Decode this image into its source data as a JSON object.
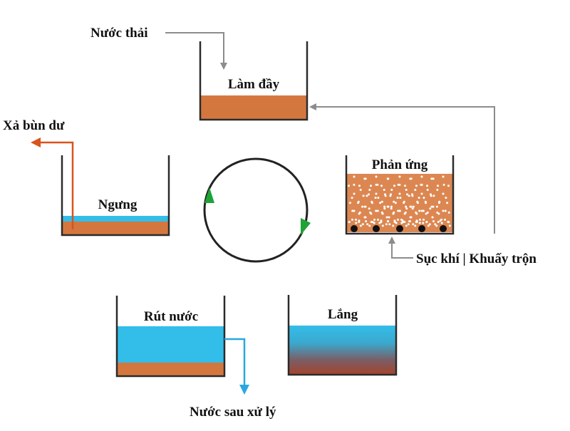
{
  "labels": {
    "inflow": "Nước thải",
    "fill": "Làm đầy",
    "react": "Phản ứng",
    "aeration": "Sục khí | Khuấy trộn",
    "settle": "Lắng",
    "draw": "Rút nước",
    "outflow": "Nước sau xử lý",
    "idle": "Ngưng",
    "sludge": "Xả bùn dư"
  },
  "colors": {
    "sludge": "#d4773f",
    "water": "#33bde9",
    "sludge_dark": "#a6432a",
    "outflow_arrow": "#29a8e0",
    "sludge_arrow": "#d9531e",
    "cycle_arrow": "#1ea337",
    "line": "#8c8c8c",
    "tank_wall": "#2b2b2b"
  },
  "icons": {
    "cycle": "cycle-circle-icon"
  }
}
